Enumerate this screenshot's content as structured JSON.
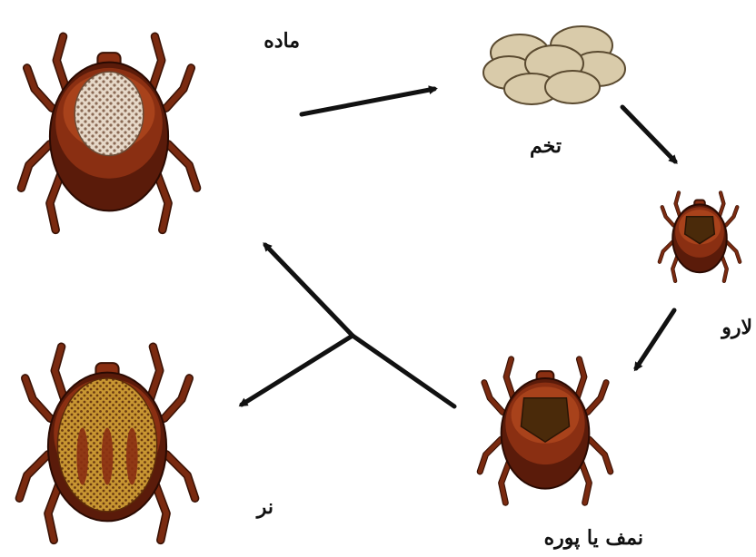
{
  "stages": {
    "female": "ماده",
    "egg": "تخم",
    "larva": "لارو",
    "nymph": "نمف یا پوره",
    "male": "نر"
  },
  "colors": {
    "body_dark": "#5a1b0a",
    "body_mid": "#8a2f12",
    "body_light": "#a8421b",
    "leg": "#7a2a10",
    "leg_outline": "#3a1205",
    "scutum_female": "#d8c8b8",
    "scutum_male": "#c4902a",
    "scutum_nymph": "#4a2a0a",
    "egg": "#d9cbaa",
    "arrow": "#111111"
  }
}
